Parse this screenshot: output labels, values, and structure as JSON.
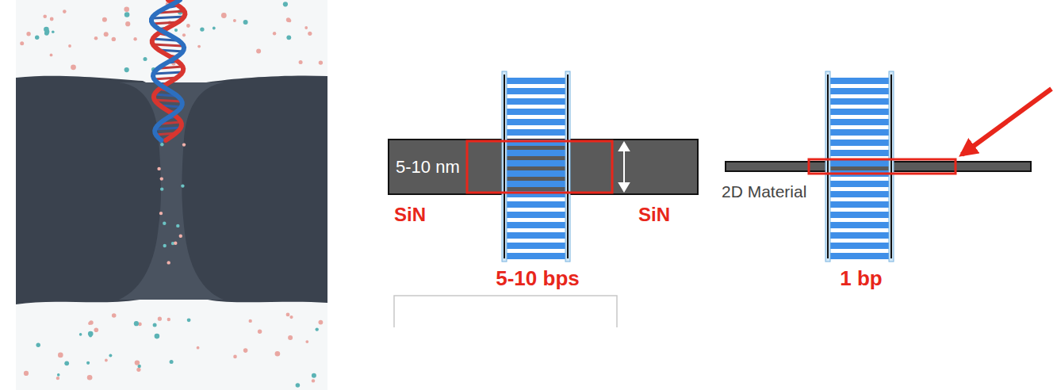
{
  "diagram": {
    "nodes": [
      {
        "text": [
          "5-10 nm"
        ]
      }
    ],
    "labels": [
      "SiN",
      "SiN",
      "5-10 bps",
      "2D Material",
      "1 bp"
    ]
  }
}
